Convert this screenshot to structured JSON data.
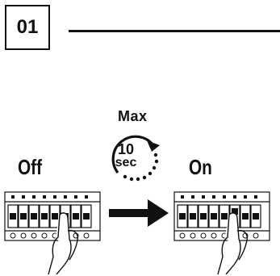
{
  "step": {
    "number": "01"
  },
  "diagram": {
    "off_label": "Off",
    "on_label": "On",
    "max_label": "Max",
    "timer_value": "10",
    "timer_unit": "sec"
  },
  "icons": {
    "left_panel": "breaker-panel-hand-icon",
    "right_panel": "breaker-panel-hand-icon",
    "arrow": "right-arrow-icon",
    "timer": "circular-timer-icon"
  }
}
